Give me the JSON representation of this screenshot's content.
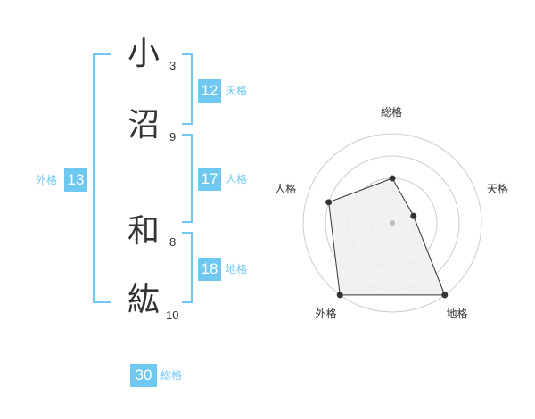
{
  "name": {
    "chars": [
      {
        "char": "小",
        "strokes": "3"
      },
      {
        "char": "沼",
        "strokes": "9"
      },
      {
        "char": "和",
        "strokes": "8"
      },
      {
        "char": "紘",
        "strokes": "10"
      }
    ]
  },
  "kakusu": {
    "tenkaku": {
      "value": "12",
      "label": "天格"
    },
    "jinkaku": {
      "value": "17",
      "label": "人格"
    },
    "chikaku": {
      "value": "18",
      "label": "地格"
    },
    "gaikaku": {
      "value": "13",
      "label": "外格"
    },
    "soukaku": {
      "value": "30",
      "label": "総格"
    }
  },
  "chart_data": {
    "type": "radar",
    "axes": [
      "総格",
      "天格",
      "地格",
      "外格",
      "人格"
    ],
    "values": [
      2,
      1,
      4,
      4,
      3
    ],
    "max": 4,
    "rings": 4,
    "colors": {
      "fill": "#efefef",
      "stroke": "#333333",
      "ring": "#cccccc",
      "point": "#333333",
      "accent": "#6ec8f0"
    }
  }
}
